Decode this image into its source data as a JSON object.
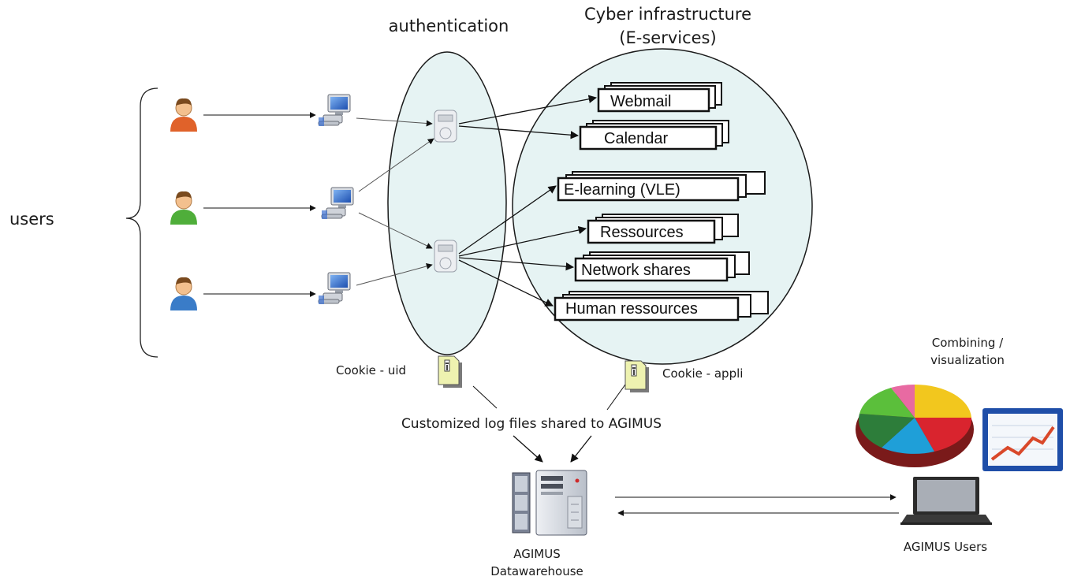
{
  "labels": {
    "users": "users",
    "authentication": "authentication",
    "cyber_title_line1": "Cyber infrastructure",
    "cyber_title_line2": "(E-services)",
    "cookie_uid": "Cookie - uid",
    "cookie_appli": "Cookie - appli",
    "log_files": "Customized log files shared to AGIMUS",
    "combining_line1": "Combining /",
    "combining_line2": "visualization",
    "datawarehouse_line1": "AGIMUS",
    "datawarehouse_line2": "Datawarehouse",
    "agimus_users": "AGIMUS Users"
  },
  "services": [
    "Webmail",
    "Calendar",
    "E-learning (VLE)",
    "Ressources",
    "Network shares",
    "Human ressources"
  ],
  "users": [
    {
      "icon": "user-orange-icon",
      "color": "#e0622a"
    },
    {
      "icon": "user-green-icon",
      "color": "#4fae3a"
    },
    {
      "icon": "user-blue-icon",
      "color": "#3a7cc8"
    }
  ],
  "colors": {
    "ellipse_fill": "#e6f3f3",
    "ellipse_stroke": "#1a1a1a",
    "monitor_screen": "#2f6fd0",
    "cookie_fill": "#eef2b0"
  }
}
